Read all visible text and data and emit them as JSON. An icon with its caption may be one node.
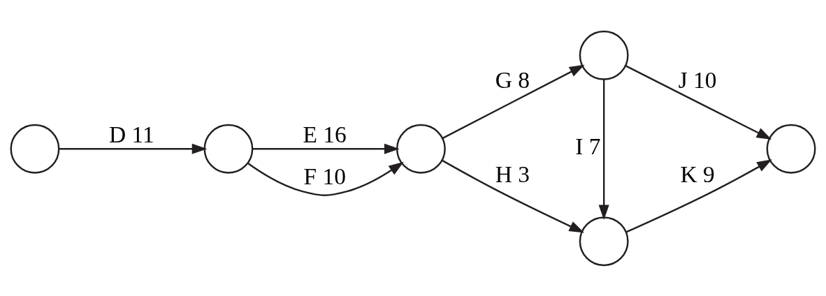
{
  "diagram": {
    "nodes": [
      {
        "text": [],
        "shape": "circle"
      },
      {
        "text": [],
        "shape": "circle"
      },
      {
        "text": [],
        "shape": "circle"
      },
      {
        "text": [],
        "shape": "circle"
      },
      {
        "text": [],
        "shape": "circle"
      },
      {
        "text": [],
        "shape": "circle"
      }
    ],
    "edges": [
      {
        "from": 0,
        "to": 1,
        "arrow": "to",
        "label": "D 11"
      },
      {
        "from": 1,
        "to": 2,
        "arrow": "to",
        "label": "E 16"
      },
      {
        "from": 1,
        "to": 2,
        "arrow": "to",
        "label": "F 10"
      },
      {
        "from": 2,
        "to": 3,
        "arrow": "to",
        "label": "G 8"
      },
      {
        "from": 2,
        "to": 4,
        "arrow": "to",
        "label": "H 3"
      },
      {
        "from": 3,
        "to": 4,
        "arrow": "to",
        "label": "I 7"
      },
      {
        "from": 3,
        "to": 5,
        "arrow": "to",
        "label": "J 10"
      },
      {
        "from": 4,
        "to": 5,
        "arrow": "to",
        "label": "K 9"
      }
    ]
  }
}
